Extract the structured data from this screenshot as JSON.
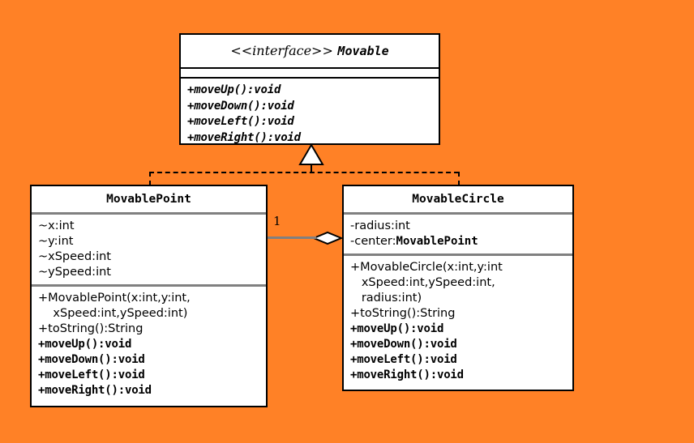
{
  "diagram": {
    "title": "Movable interface UML class diagram",
    "background_color": "#ff8126",
    "box_fill": "#ffffff",
    "border_color": "#000000",
    "divider_color": "#808080"
  },
  "interface": {
    "stereotype": "<<interface>>",
    "name": "Movable",
    "attributes": [],
    "methods": [
      "+moveUp():void",
      "+moveDown():void",
      "+moveLeft():void",
      "+moveRight():void"
    ]
  },
  "movable_point": {
    "name": "MovablePoint",
    "attributes": [
      "~x:int",
      "~y:int",
      "~xSpeed:int",
      "~ySpeed:int"
    ],
    "methods": [
      {
        "text": "+MovablePoint(x:int,y:int,",
        "bold": false
      },
      {
        "text": "    xSpeed:int,ySpeed:int)",
        "bold": false
      },
      {
        "text": "+toString():String",
        "bold": false
      },
      {
        "text": "+moveUp():void",
        "bold": true
      },
      {
        "text": "+moveDown():void",
        "bold": true
      },
      {
        "text": "+moveLeft():void",
        "bold": true
      },
      {
        "text": "+moveRight():void",
        "bold": true
      }
    ]
  },
  "movable_circle": {
    "name": "MovableCircle",
    "attributes": [
      {
        "text": "-radius:int",
        "bold_tail": ""
      },
      {
        "text": "-center:",
        "bold_tail": "MovablePoint"
      }
    ],
    "methods": [
      {
        "text": "+MovableCircle(x:int,y:int",
        "bold": false
      },
      {
        "text": "   xSpeed:int,ySpeed:int,",
        "bold": false
      },
      {
        "text": "   radius:int)",
        "bold": false
      },
      {
        "text": "+toString():String",
        "bold": false
      },
      {
        "text": "+moveUp():void",
        "bold": true
      },
      {
        "text": "+moveDown():void",
        "bold": true
      },
      {
        "text": "+moveLeft():void",
        "bold": true
      },
      {
        "text": "+moveRight():void",
        "bold": true
      }
    ]
  },
  "relationships": {
    "realization": {
      "type": "realization",
      "style": "dashed",
      "arrowhead": "hollow-triangle",
      "from": [
        "MovablePoint",
        "MovableCircle"
      ],
      "to": "Movable"
    },
    "aggregation": {
      "type": "aggregation",
      "style": "solid",
      "arrowhead": "hollow-diamond",
      "from": "MovableCircle",
      "to": "MovablePoint",
      "multiplicity": "1"
    }
  }
}
